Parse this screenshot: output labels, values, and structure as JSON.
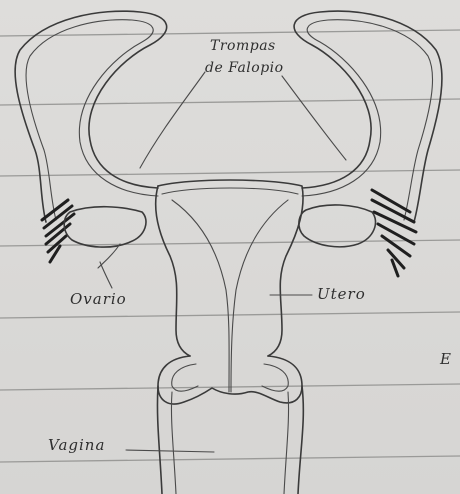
{
  "labels": {
    "tubes_line1": "Trompas",
    "tubes_line2": "de Falopio",
    "ovary": "Ovario",
    "uterus": "Utero",
    "vagina": "Vagina",
    "edge_text": "E"
  },
  "colors": {
    "paper": "#d9d9d7",
    "ruling": "#9a9a98",
    "ink": "#3a3a3a"
  }
}
